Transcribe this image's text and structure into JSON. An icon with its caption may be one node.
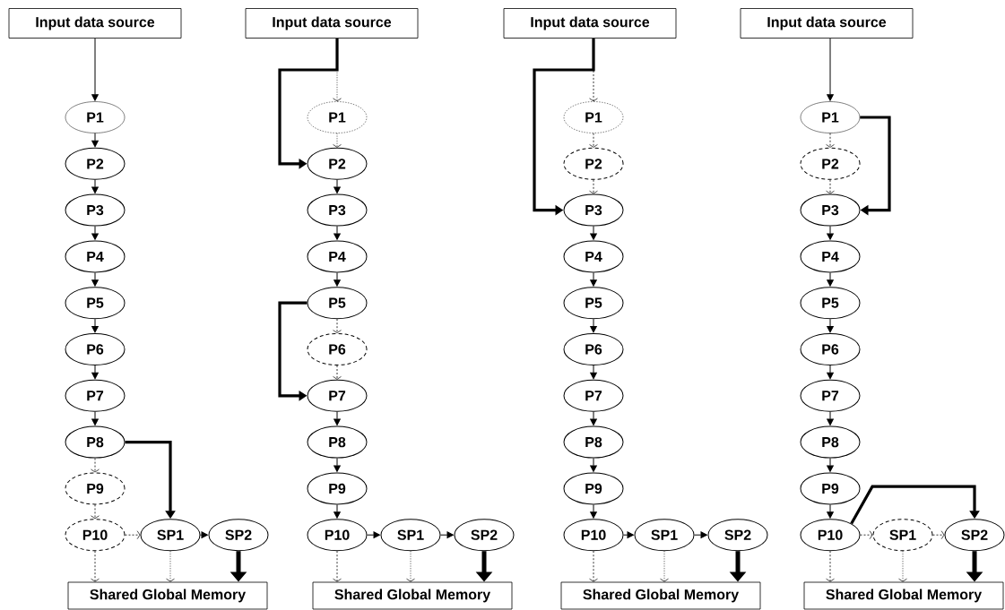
{
  "diagram": {
    "nodes": [
      {
        "text": [
          "Input data source"
        ]
      },
      {
        "text": [
          "P1"
        ]
      },
      {
        "text": [
          "P2"
        ]
      },
      {
        "text": [
          "P3"
        ]
      },
      {
        "text": [
          "P4"
        ]
      },
      {
        "text": [
          "P5"
        ]
      },
      {
        "text": [
          "P6"
        ]
      },
      {
        "text": [
          "P7"
        ]
      },
      {
        "text": [
          "P8"
        ]
      },
      {
        "text": [
          "P9"
        ]
      },
      {
        "text": [
          "P10"
        ]
      },
      {
        "text": [
          "SP1"
        ]
      },
      {
        "text": [
          "SP2"
        ]
      },
      {
        "text": [
          "Shared Global Memory"
        ]
      },
      {
        "text": [
          "Input data source"
        ]
      },
      {
        "text": [
          "P1"
        ]
      },
      {
        "text": [
          "P2"
        ]
      },
      {
        "text": [
          "P3"
        ]
      },
      {
        "text": [
          "P4"
        ]
      },
      {
        "text": [
          "P5"
        ]
      },
      {
        "text": [
          "P6"
        ]
      },
      {
        "text": [
          "P7"
        ]
      },
      {
        "text": [
          "P8"
        ]
      },
      {
        "text": [
          "P9"
        ]
      },
      {
        "text": [
          "P10"
        ]
      },
      {
        "text": [
          "SP1"
        ]
      },
      {
        "text": [
          "SP2"
        ]
      },
      {
        "text": [
          "Shared Global Memory"
        ]
      },
      {
        "text": [
          "Input data source"
        ]
      },
      {
        "text": [
          "P1"
        ]
      },
      {
        "text": [
          "P2"
        ]
      },
      {
        "text": [
          "P3"
        ]
      },
      {
        "text": [
          "P4"
        ]
      },
      {
        "text": [
          "P5"
        ]
      },
      {
        "text": [
          "P6"
        ]
      },
      {
        "text": [
          "P7"
        ]
      },
      {
        "text": [
          "P8"
        ]
      },
      {
        "text": [
          "P9"
        ]
      },
      {
        "text": [
          "P10"
        ]
      },
      {
        "text": [
          "SP1"
        ]
      },
      {
        "text": [
          "SP2"
        ]
      },
      {
        "text": [
          "Shared Global Memory"
        ]
      },
      {
        "text": [
          "Input data source"
        ]
      },
      {
        "text": [
          "P1"
        ]
      },
      {
        "text": [
          "P2"
        ]
      },
      {
        "text": [
          "P3"
        ]
      },
      {
        "text": [
          "P4"
        ]
      },
      {
        "text": [
          "P5"
        ]
      },
      {
        "text": [
          "P6"
        ]
      },
      {
        "text": [
          "P7"
        ]
      },
      {
        "text": [
          "P8"
        ]
      },
      {
        "text": [
          "P9"
        ]
      },
      {
        "text": [
          "P10"
        ]
      },
      {
        "text": [
          "SP1"
        ]
      },
      {
        "text": [
          "SP2"
        ]
      },
      {
        "text": [
          "Shared Global Memory"
        ]
      }
    ],
    "edges": [
      {
        "from": 0,
        "to": 1,
        "arrow": "to"
      },
      {
        "from": 1,
        "to": 2,
        "arrow": "to"
      },
      {
        "from": 2,
        "to": 3,
        "arrow": "to"
      },
      {
        "from": 3,
        "to": 4,
        "arrow": "to"
      },
      {
        "from": 4,
        "to": 5,
        "arrow": "to"
      },
      {
        "from": 5,
        "to": 6,
        "arrow": "to"
      },
      {
        "from": 6,
        "to": 7,
        "arrow": "to"
      },
      {
        "from": 7,
        "to": 8,
        "arrow": "to"
      },
      {
        "from": 8,
        "to": 9,
        "arrow": "to",
        "style": "dashed"
      },
      {
        "from": 9,
        "to": 10,
        "arrow": "to",
        "style": "dashed"
      },
      {
        "from": 10,
        "to": 11,
        "arrow": "to",
        "style": "dashed"
      },
      {
        "from": 8,
        "to": 11,
        "arrow": "to",
        "style": "thick"
      },
      {
        "from": 11,
        "to": 12,
        "arrow": "to"
      },
      {
        "from": 10,
        "to": 13,
        "arrow": "to",
        "style": "dashed"
      },
      {
        "from": 11,
        "to": 13,
        "arrow": "to",
        "style": "dashed"
      },
      {
        "from": 12,
        "to": 13,
        "arrow": "to",
        "style": "thick"
      },
      {
        "from": 14,
        "to": 15,
        "arrow": "to",
        "style": "dashed"
      },
      {
        "from": 14,
        "to": 16,
        "arrow": "to",
        "style": "thick"
      },
      {
        "from": 15,
        "to": 16,
        "arrow": "to",
        "style": "dashed"
      },
      {
        "from": 16,
        "to": 17,
        "arrow": "to"
      },
      {
        "from": 17,
        "to": 18,
        "arrow": "to"
      },
      {
        "from": 18,
        "to": 19,
        "arrow": "to"
      },
      {
        "from": 19,
        "to": 20,
        "arrow": "to",
        "style": "dashed"
      },
      {
        "from": 20,
        "to": 21,
        "arrow": "to",
        "style": "dashed"
      },
      {
        "from": 19,
        "to": 21,
        "arrow": "to",
        "style": "thick"
      },
      {
        "from": 21,
        "to": 22,
        "arrow": "to"
      },
      {
        "from": 22,
        "to": 23,
        "arrow": "to"
      },
      {
        "from": 23,
        "to": 24,
        "arrow": "to"
      },
      {
        "from": 24,
        "to": 25,
        "arrow": "to"
      },
      {
        "from": 25,
        "to": 26,
        "arrow": "to"
      },
      {
        "from": 24,
        "to": 27,
        "arrow": "to",
        "style": "dashed"
      },
      {
        "from": 25,
        "to": 27,
        "arrow": "to",
        "style": "dashed"
      },
      {
        "from": 26,
        "to": 27,
        "arrow": "to",
        "style": "thick"
      },
      {
        "from": 28,
        "to": 29,
        "arrow": "to",
        "style": "dashed"
      },
      {
        "from": 28,
        "to": 31,
        "arrow": "to",
        "style": "thick"
      },
      {
        "from": 29,
        "to": 30,
        "arrow": "to",
        "style": "dashed"
      },
      {
        "from": 30,
        "to": 31,
        "arrow": "to",
        "style": "dashed"
      },
      {
        "from": 31,
        "to": 32,
        "arrow": "to"
      },
      {
        "from": 32,
        "to": 33,
        "arrow": "to"
      },
      {
        "from": 33,
        "to": 34,
        "arrow": "to"
      },
      {
        "from": 34,
        "to": 35,
        "arrow": "to"
      },
      {
        "from": 35,
        "to": 36,
        "arrow": "to"
      },
      {
        "from": 36,
        "to": 37,
        "arrow": "to"
      },
      {
        "from": 37,
        "to": 38,
        "arrow": "to"
      },
      {
        "from": 38,
        "to": 39,
        "arrow": "to"
      },
      {
        "from": 39,
        "to": 40,
        "arrow": "to"
      },
      {
        "from": 38,
        "to": 41,
        "arrow": "to",
        "style": "dashed"
      },
      {
        "from": 39,
        "to": 41,
        "arrow": "to",
        "style": "dashed"
      },
      {
        "from": 40,
        "to": 41,
        "arrow": "to",
        "style": "thick"
      },
      {
        "from": 42,
        "to": 43,
        "arrow": "to"
      },
      {
        "from": 43,
        "to": 44,
        "arrow": "to",
        "style": "dashed"
      },
      {
        "from": 44,
        "to": 45,
        "arrow": "to",
        "style": "dashed"
      },
      {
        "from": 43,
        "to": 45,
        "arrow": "to",
        "style": "thick"
      },
      {
        "from": 45,
        "to": 46,
        "arrow": "to"
      },
      {
        "from": 46,
        "to": 47,
        "arrow": "to"
      },
      {
        "from": 47,
        "to": 48,
        "arrow": "to"
      },
      {
        "from": 48,
        "to": 49,
        "arrow": "to"
      },
      {
        "from": 49,
        "to": 50,
        "arrow": "to"
      },
      {
        "from": 50,
        "to": 51,
        "arrow": "to"
      },
      {
        "from": 51,
        "to": 52,
        "arrow": "to"
      },
      {
        "from": 52,
        "to": 53,
        "arrow": "to",
        "style": "dashed"
      },
      {
        "from": 53,
        "to": 54,
        "arrow": "to",
        "style": "dashed"
      },
      {
        "from": 52,
        "to": 54,
        "arrow": "to",
        "style": "thick"
      },
      {
        "from": 52,
        "to": 55,
        "arrow": "to",
        "style": "dashed"
      },
      {
        "from": 53,
        "to": 55,
        "arrow": "to",
        "style": "dashed"
      },
      {
        "from": 54,
        "to": 55,
        "arrow": "to",
        "style": "thick"
      }
    ]
  }
}
